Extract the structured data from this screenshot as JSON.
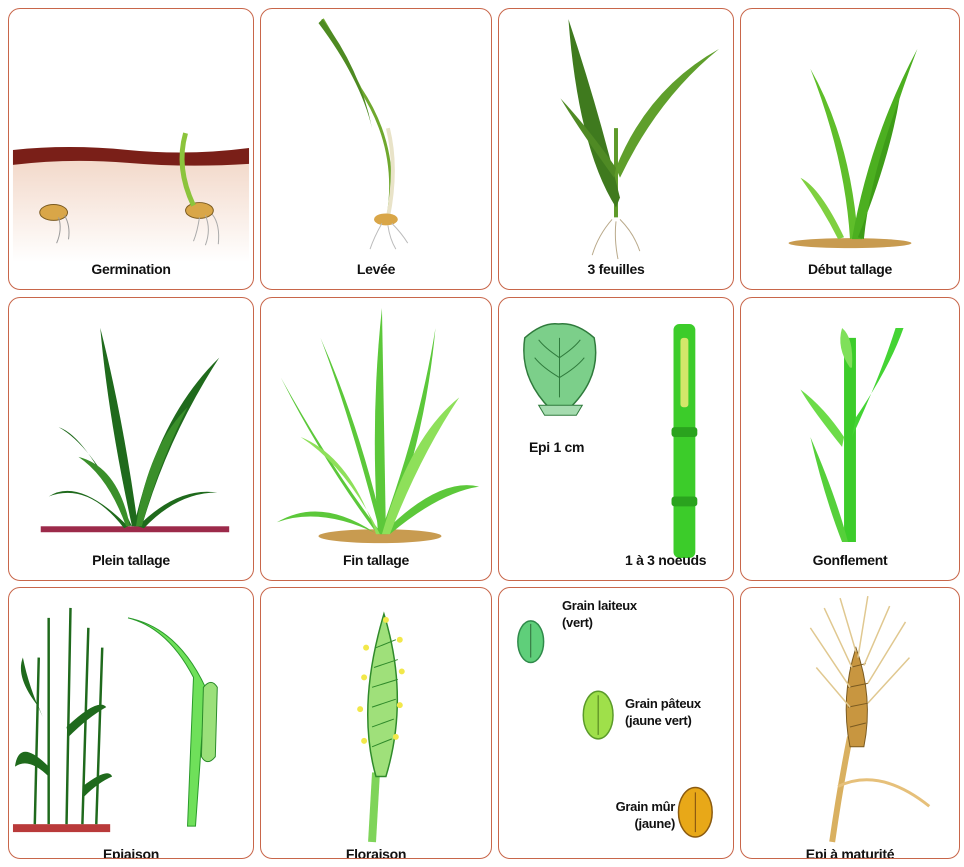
{
  "stages": [
    {
      "label": "Germination"
    },
    {
      "label": "Levée"
    },
    {
      "label": "3 feuilles"
    },
    {
      "label": "Début tallage"
    },
    {
      "label": "Plein tallage"
    },
    {
      "label": "Fin tallage"
    },
    {
      "label_a": "Epi 1 cm",
      "label_b": "1 à 3 noeuds"
    },
    {
      "label": "Gonflement"
    },
    {
      "label": "Epiaison"
    },
    {
      "label": "Floraison"
    },
    {
      "grains": [
        {
          "line1": "Grain laiteux",
          "line2": "(vert)"
        },
        {
          "line1": "Grain pâteux",
          "line2": "(jaune vert)"
        },
        {
          "line1": "Grain mûr",
          "line2": "(jaune)"
        }
      ]
    },
    {
      "label": "Epi à maturité"
    }
  ]
}
